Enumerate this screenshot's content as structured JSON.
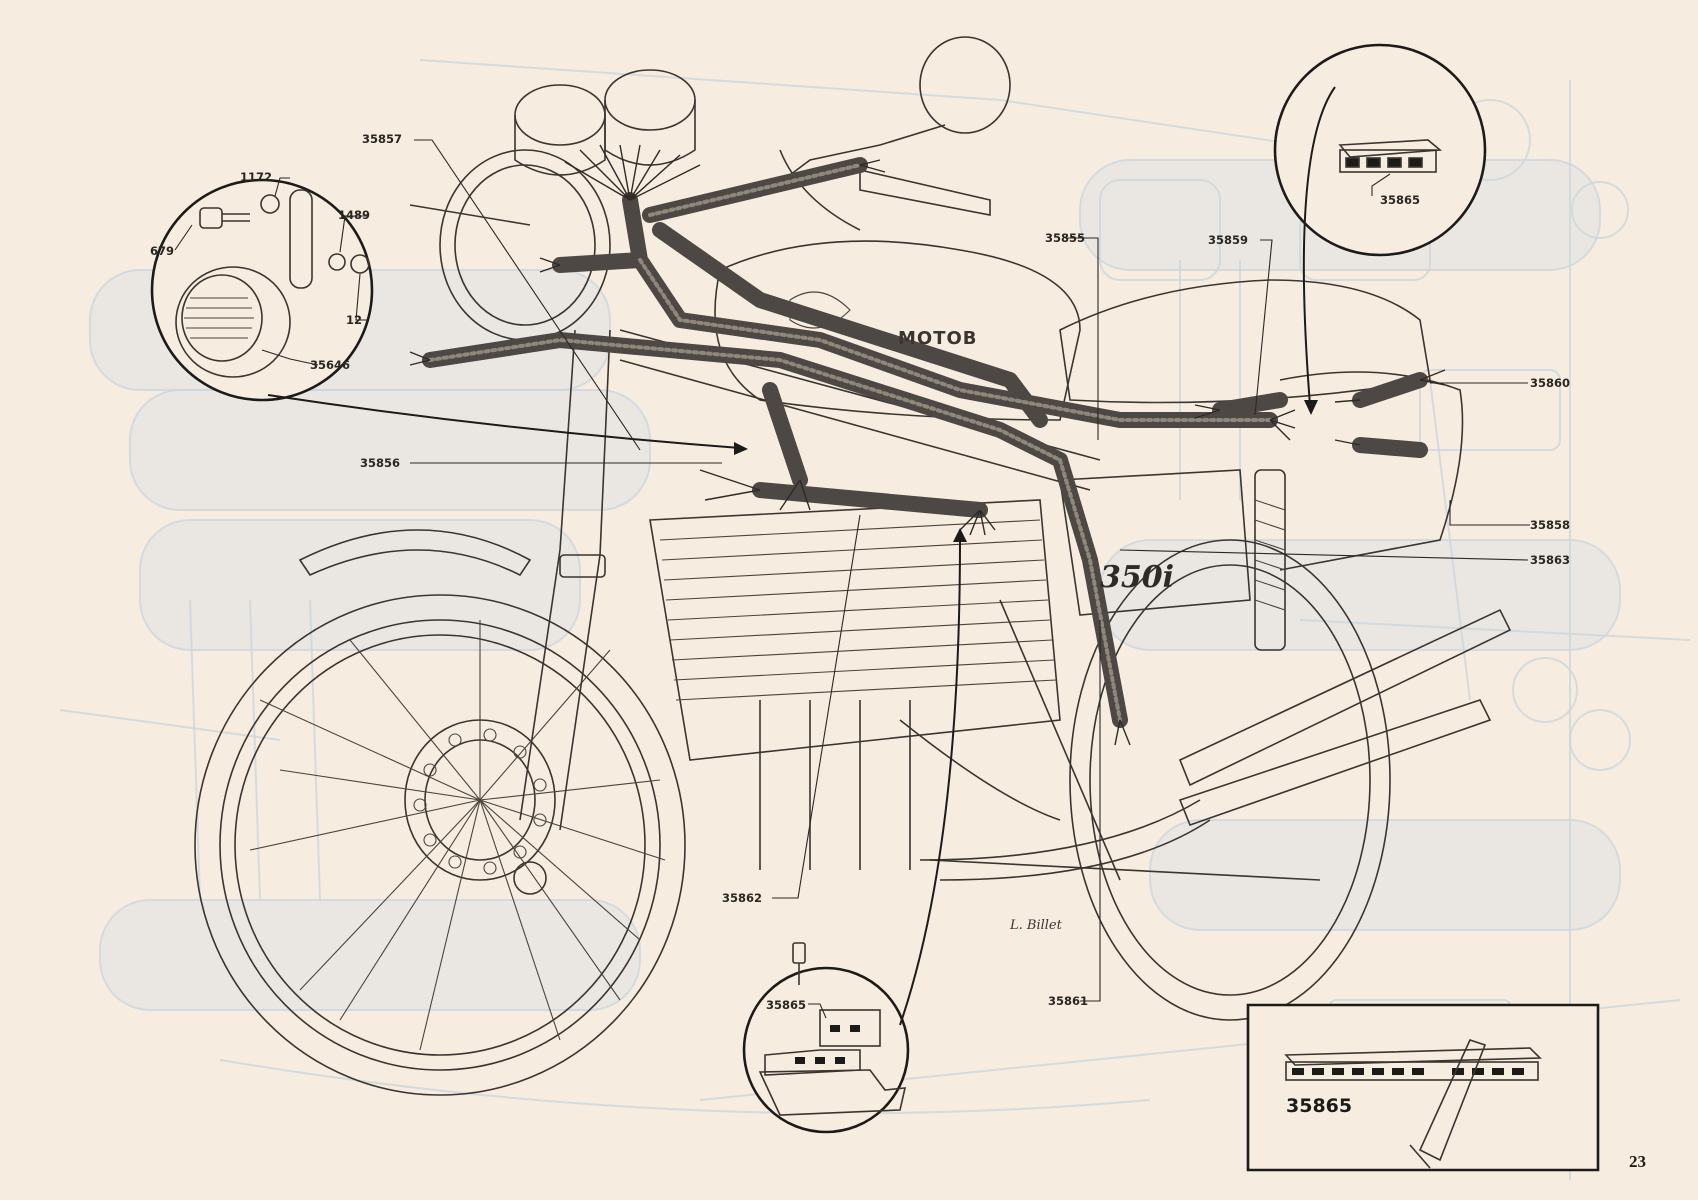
{
  "page_number": "23",
  "callouts": {
    "p35857": "35857",
    "p1172": "1172",
    "p1489": "1489",
    "p679": "679",
    "p12": "12",
    "p35646": "35646",
    "p35856": "35856",
    "p35855": "35855",
    "p35859": "35859",
    "p35865_top": "35865",
    "p35860": "35860",
    "p35858": "35858",
    "p35863": "35863",
    "p35862": "35862",
    "p35861": "35861",
    "p35865_mid": "35865",
    "p35865_box": "35865"
  },
  "artwork": {
    "tank_lettering": "MOTOB",
    "side_cover_lettering": "350i",
    "signature": "L. Billet"
  },
  "colors": {
    "paper": "#f6ece0",
    "ink": "#2e2a26",
    "ghost_drawing": "#c9d6dc",
    "harness_braid": "#4d4843"
  }
}
